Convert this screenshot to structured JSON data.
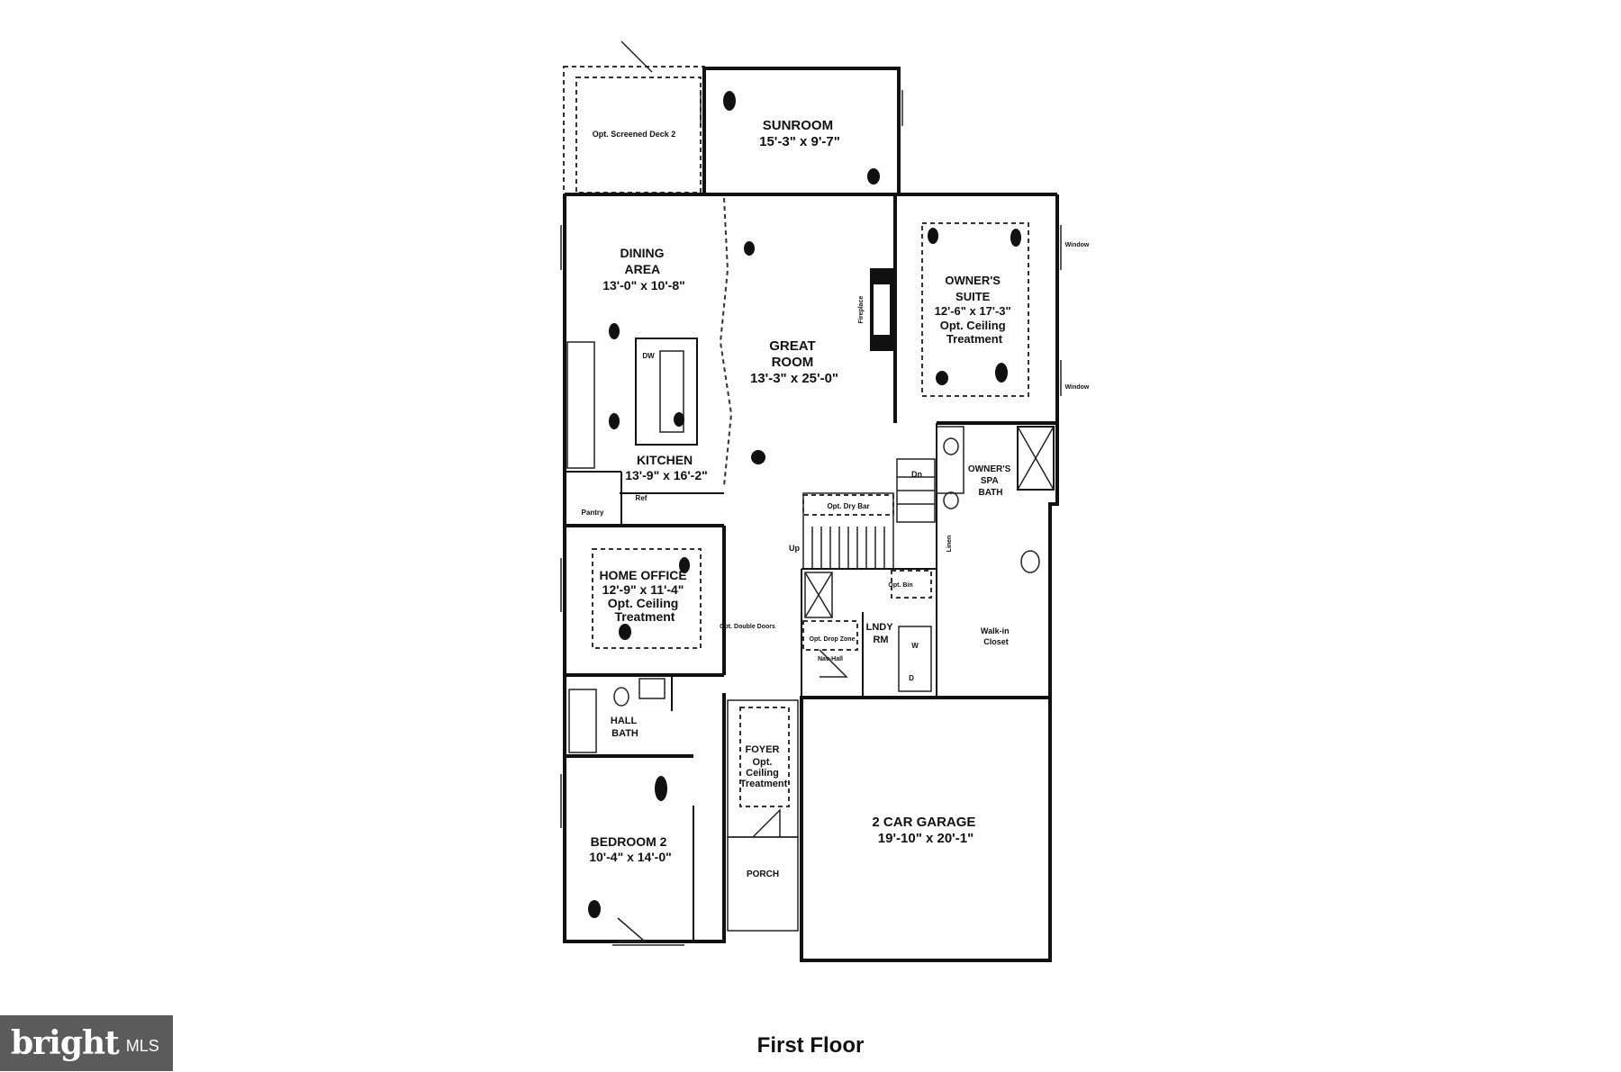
{
  "plan": {
    "caption": "First Floor",
    "rooms": [
      {
        "lines": [
          "Opt. Screened Deck 2"
        ]
      },
      {
        "lines": [
          "SUNROOM",
          "15'-3\" x 9'-7\""
        ]
      },
      {
        "lines": [
          "DINING",
          "AREA",
          "13'-0\" x 10'-8\""
        ]
      },
      {
        "lines": [
          "GREAT",
          "ROOM",
          "13'-3\" x 25'-0\""
        ]
      },
      {
        "lines": [
          "OWNER'S",
          "SUITE",
          "12'-6\" x 17'-3\"",
          "Opt. Ceiling",
          "Treatment"
        ]
      },
      {
        "lines": [
          "KITCHEN",
          "13'-9\" x 16'-2\""
        ]
      },
      {
        "lines": [
          "HOME OFFICE",
          "12'-9\" x 11'-4\"",
          "Opt. Ceiling",
          "Treatment"
        ]
      },
      {
        "lines": [
          "HALL",
          "BATH"
        ]
      },
      {
        "lines": [
          "BEDROOM 2",
          "10'-4\" x 14'-0\""
        ]
      },
      {
        "lines": [
          "FOYER",
          "Opt.",
          "Ceiling",
          "Treatment"
        ]
      },
      {
        "lines": [
          "PORCH"
        ]
      },
      {
        "lines": [
          "2 CAR GARAGE",
          "19'-10\" x 20'-1\""
        ]
      },
      {
        "lines": [
          "OWNER'S",
          "SPA",
          "BATH"
        ]
      },
      {
        "lines": [
          "Walk-in",
          "Closet"
        ]
      },
      {
        "lines": [
          "LNDY",
          "RM"
        ]
      }
    ],
    "labels": {
      "fireplace": "Fireplace",
      "dn": "Dn",
      "up": "Up",
      "dry_bar": "Opt. Dry Bar",
      "pantry": "Pantry",
      "ref": "Ref",
      "dw": "DW",
      "linen": "Linen",
      "window_1": "Window",
      "window_2": "Window",
      "drop_zone": "Opt. Drop Zone",
      "nav_hall": "Nav-Hall",
      "opt_bin": "Opt. Bin",
      "opt_double_doors": "Opt. Double Doors",
      "w": "W",
      "d": "D"
    }
  },
  "brand": {
    "name": "bright",
    "suffix": "MLS"
  }
}
